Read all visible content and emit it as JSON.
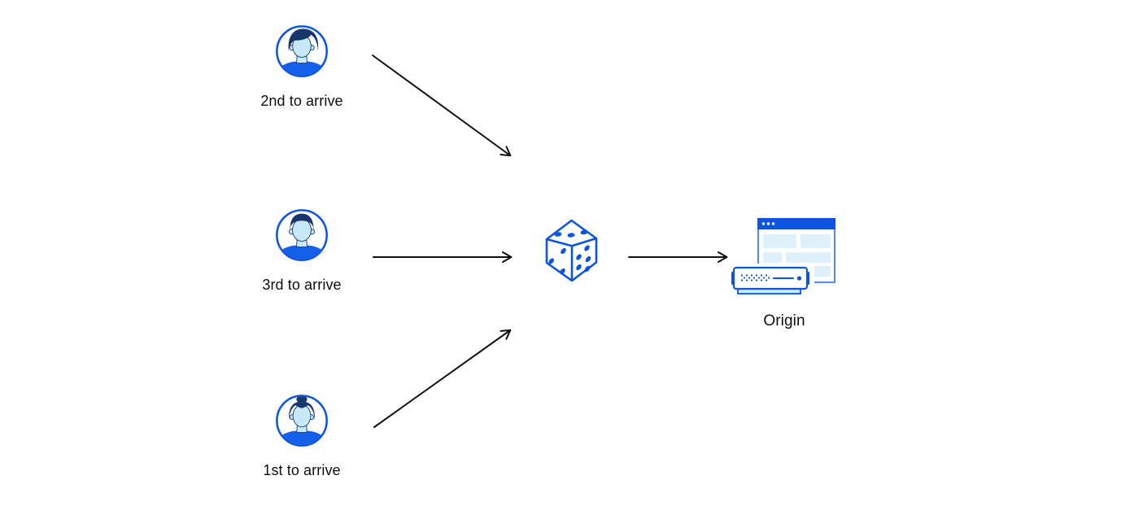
{
  "diagram": {
    "visitors": [
      {
        "id": "visitor-2nd",
        "label": "2nd to arrive",
        "icon": "man-avatar-icon"
      },
      {
        "id": "visitor-3rd",
        "label": "3rd to arrive",
        "icon": "man-avatar-icon"
      },
      {
        "id": "visitor-1st",
        "label": "1st to arrive",
        "icon": "woman-avatar-icon"
      }
    ],
    "selector": {
      "id": "random-selector",
      "icon": "dice-icon"
    },
    "origin": {
      "id": "origin",
      "label": "Origin",
      "icon": "origin-server-icon"
    },
    "connections": [
      {
        "from": "visitor-2nd",
        "to": "random-selector"
      },
      {
        "from": "visitor-3rd",
        "to": "random-selector"
      },
      {
        "from": "visitor-1st",
        "to": "random-selector"
      },
      {
        "from": "random-selector",
        "to": "origin"
      }
    ],
    "colors": {
      "blue": "#0d54e0",
      "shirt_blue": "#1560ea",
      "navy": "#17366e",
      "face_light_blue": "#c6e8f7",
      "pale_blue": "#dff0fa",
      "window_border_blue": "#538af0",
      "server_base_blue": "#cde9f8",
      "arrow_black": "#111111",
      "background": "#ffffff"
    }
  }
}
